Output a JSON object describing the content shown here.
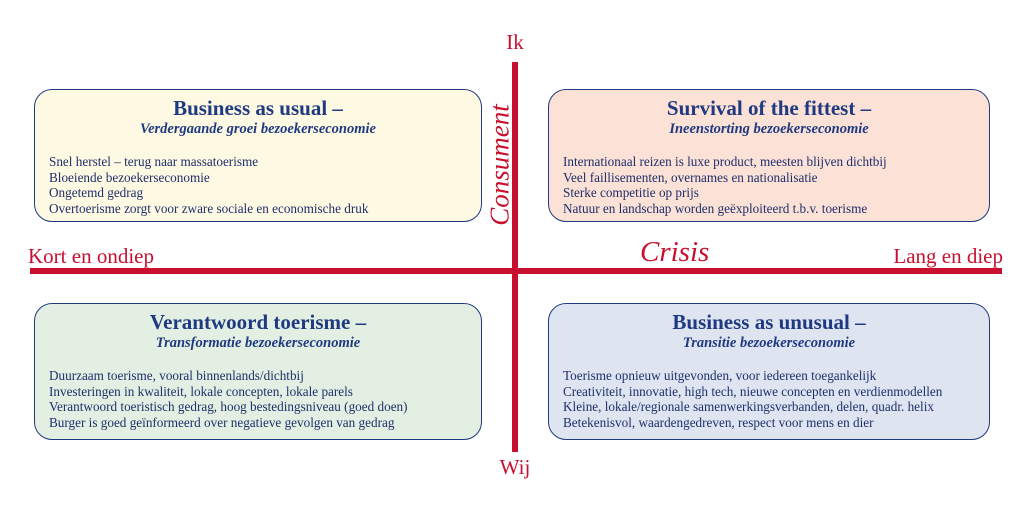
{
  "axes": {
    "top": "Ik",
    "bottom": "Wij",
    "left": "Kort en ondiep",
    "right": "Lang en diep",
    "horizontal_center": "Crisis",
    "vertical_center": "Consument",
    "color": "#c8102e"
  },
  "quadrants": {
    "top_left": {
      "title": "Business as usual",
      "dash": " –",
      "subtitle": "Verdergaande groei bezoekerseconomie",
      "bg": "#fdf9e3",
      "items": [
        "Snel herstel – terug naar massatoerisme",
        "Bloeiende bezoekerseconomie",
        "Ongetemd gedrag",
        "Overtoerisme zorgt voor zware sociale en economische druk"
      ]
    },
    "top_right": {
      "title": "Survival of the fittest",
      "dash": " –",
      "subtitle": "Ineenstorting bezoekerseconomie",
      "bg": "#fbe1d6",
      "items": [
        "Internationaal reizen is luxe product, meesten blijven dichtbij",
        "Veel faillisementen, overnames en nationalisatie",
        "Sterke competitie op prijs",
        "Natuur en landschap worden geëxploiteerd t.b.v. toerisme"
      ]
    },
    "bottom_left": {
      "title": "Verantwoord toerisme",
      "dash": " –",
      "subtitle": "Transformatie bezoekerseconomie",
      "bg": "#e3efe2",
      "items": [
        "Duurzaam toerisme, vooral binnenlands/dichtbij",
        "Investeringen in kwaliteit, lokale concepten, lokale parels",
        "Verantwoord toeristisch gedrag, hoog bestedingsniveau (goed doen)",
        "Burger is goed geïnformeerd over negatieve gevolgen van gedrag"
      ]
    },
    "bottom_right": {
      "title": "Business as unusual",
      "dash": " –",
      "subtitle": "Transitie bezoekerseconomie",
      "bg": "#dfe4f1",
      "items": [
        "Toerisme opnieuw uitgevonden, voor iedereen toegankelijk",
        "Creativiteit, innovatie, high tech, nieuwe concepten en verdienmodellen",
        "Kleine, lokale/regionale samenwerkingsverbanden, delen, quadr. helix",
        "Betekenisvol, waardengedreven, respect voor mens en dier"
      ]
    }
  }
}
